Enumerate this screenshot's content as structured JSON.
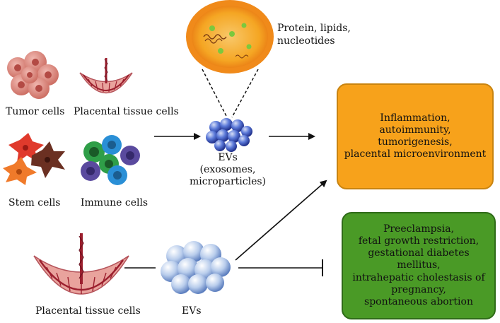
{
  "labels": {
    "tumor_cells": "Tumor cells",
    "placental_tissue_cells_top": "Placental tissue cells",
    "stem_cells": "Stem cells",
    "immune_cells": "Immune cells",
    "cargo": [
      "Protein, lipids,",
      "nucleotides"
    ],
    "evs_top": [
      "EVs",
      "(exosomes,",
      "microparticles)"
    ],
    "placental_tissue_cells_bottom": "Placental tissue cells",
    "evs_bottom": "EVs"
  },
  "boxes": {
    "effects": {
      "lines": [
        "Inflammation,",
        "autoimmunity,",
        "tumorigenesis,",
        "placental microenvironment"
      ],
      "fill": "#f7a21b",
      "border": "#c98410"
    },
    "diseases": {
      "lines": [
        "Preeclampsia,",
        "fetal growth restriction,",
        "gestational diabetes",
        "mellitus,",
        "intrahepatic cholestasis of",
        "pregnancy,",
        "spontaneous abortion"
      ],
      "fill": "#4a9a26",
      "border": "#2f6b18"
    }
  },
  "colors": {
    "tumor": "#d98a80",
    "placenta": "#e9a39d",
    "placenta_vessel": "#9c1f2e",
    "stem_red": "#e03a2c",
    "stem_brown": "#6b3022",
    "stem_orange": "#f07a2a",
    "immune_blue": "#2a8fd6",
    "immune_green": "#2f9e48",
    "immune_purple": "#5a4a9e",
    "ev_blue": "#4a6fd8",
    "ev_light": "#9cb8e8",
    "zoom_orange": "#f08a1a",
    "zoom_inner": "#f5a623"
  },
  "icons": [
    "tumor-cells-icon",
    "placenta-icon",
    "stem-cells-icon",
    "immune-cells-icon",
    "ev-cluster-icon",
    "ev-zoom-icon"
  ]
}
